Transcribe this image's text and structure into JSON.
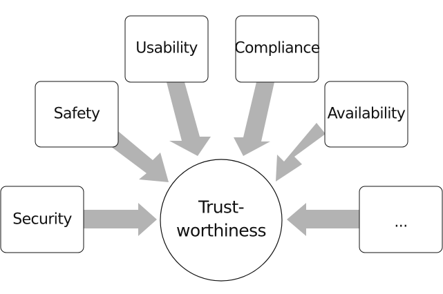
{
  "diagram": {
    "center": {
      "line1": "Trust-",
      "line2": "worthiness"
    },
    "nodes": [
      {
        "id": "security",
        "label": "Security"
      },
      {
        "id": "safety",
        "label": "Safety"
      },
      {
        "id": "usability",
        "label": "Usability"
      },
      {
        "id": "compliance",
        "label": "Compliance"
      },
      {
        "id": "availability",
        "label": "Availability"
      },
      {
        "id": "more",
        "label": "..."
      }
    ],
    "colors": {
      "arrow": "#b3b3b3",
      "stroke": "#111111",
      "background": "#ffffff"
    }
  }
}
